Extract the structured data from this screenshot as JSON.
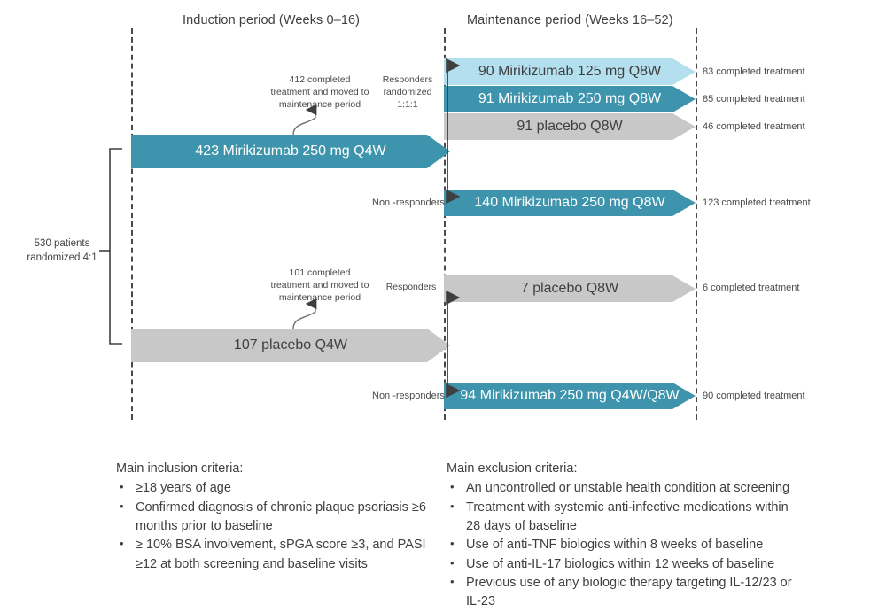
{
  "periods": {
    "induction": "Induction period (Weeks 0–16)",
    "maintenance": "Maintenance period (Weeks 16–52)"
  },
  "enrollment": {
    "bracket_label": "530 patients\nrandomized 4:1"
  },
  "induction_arms": [
    {
      "id": "mirikizumab-250-q4w",
      "label": "423 Mirikizumab 250 mg Q4W",
      "style": "teal",
      "completed_note": "412 completed\ntreatment and moved to\nmaintenance period",
      "randomization_note": "Responders\nrandomized\n1:1:1"
    },
    {
      "id": "placebo-q4w",
      "label": "107 placebo Q4W",
      "style": "gray",
      "completed_note": "101 completed\ntreatment and moved to\nmaintenance period",
      "randomization_note": "Responders"
    }
  ],
  "maintenance_arms": [
    {
      "id": "miri-125-q8w",
      "label": "90 Mirikizumab 125 mg Q8W",
      "style": "lightblue",
      "completed": "83 completed treatment"
    },
    {
      "id": "miri-250-q8w",
      "label": "91 Mirikizumab 250 mg Q8W",
      "style": "teal",
      "completed": "85 completed treatment"
    },
    {
      "id": "placebo-q8w-91",
      "label": "91 placebo Q8W",
      "style": "gray",
      "completed": "46 completed treatment"
    },
    {
      "id": "miri-250-q8w-nonresp",
      "label": "140 Mirikizumab 250 mg Q8W",
      "style": "teal",
      "completed": "123 completed treatment",
      "side_label": "Non -responders"
    },
    {
      "id": "placebo-q8w-7",
      "label": "7 placebo Q8W",
      "style": "gray",
      "completed": "6 completed treatment"
    },
    {
      "id": "miri-250-q4w-q8w",
      "label": "94 Mirikizumab 250 mg Q4W/Q8W",
      "style": "teal",
      "completed": "90 completed treatment",
      "side_label": "Non -responders"
    }
  ],
  "inclusion": {
    "title": "Main inclusion criteria:",
    "items": [
      "≥18 years of age",
      "Confirmed diagnosis of chronic plaque psoriasis ≥6 months prior to baseline",
      "≥ 10% BSA involvement, sPGA score ≥3, and PASI ≥12 at both screening and baseline visits"
    ]
  },
  "exclusion": {
    "title": "Main exclusion criteria:",
    "items": [
      "An uncontrolled or unstable health condition at screening",
      "Treatment with systemic anti-infective medications within 28 days of baseline",
      "Use of anti-TNF biologics within 8 weeks of baseline",
      "Use of anti-IL-17 biologics within 12 weeks of baseline",
      "Previous use of any biologic therapy targeting IL-12/23 or IL-23"
    ]
  },
  "colors": {
    "teal": "#3d94ac",
    "light_blue": "#b3dfee",
    "gray": "#c8c8c8",
    "line": "#4a4a4a",
    "text": "#3f3f3f"
  }
}
